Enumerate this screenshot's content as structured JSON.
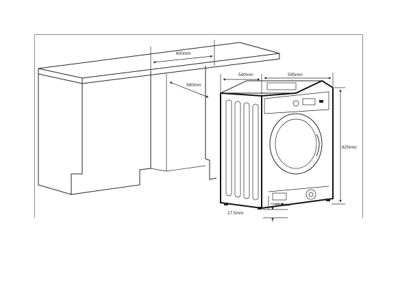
{
  "dimensions": {
    "cabinet_width": "600mm",
    "cabinet_depth": "580mm",
    "machine_depth": "540mm",
    "machine_width": "595mm",
    "machine_height": "825mm",
    "foot_height": "17.5mm",
    "base_recess": "52.5mm"
  }
}
